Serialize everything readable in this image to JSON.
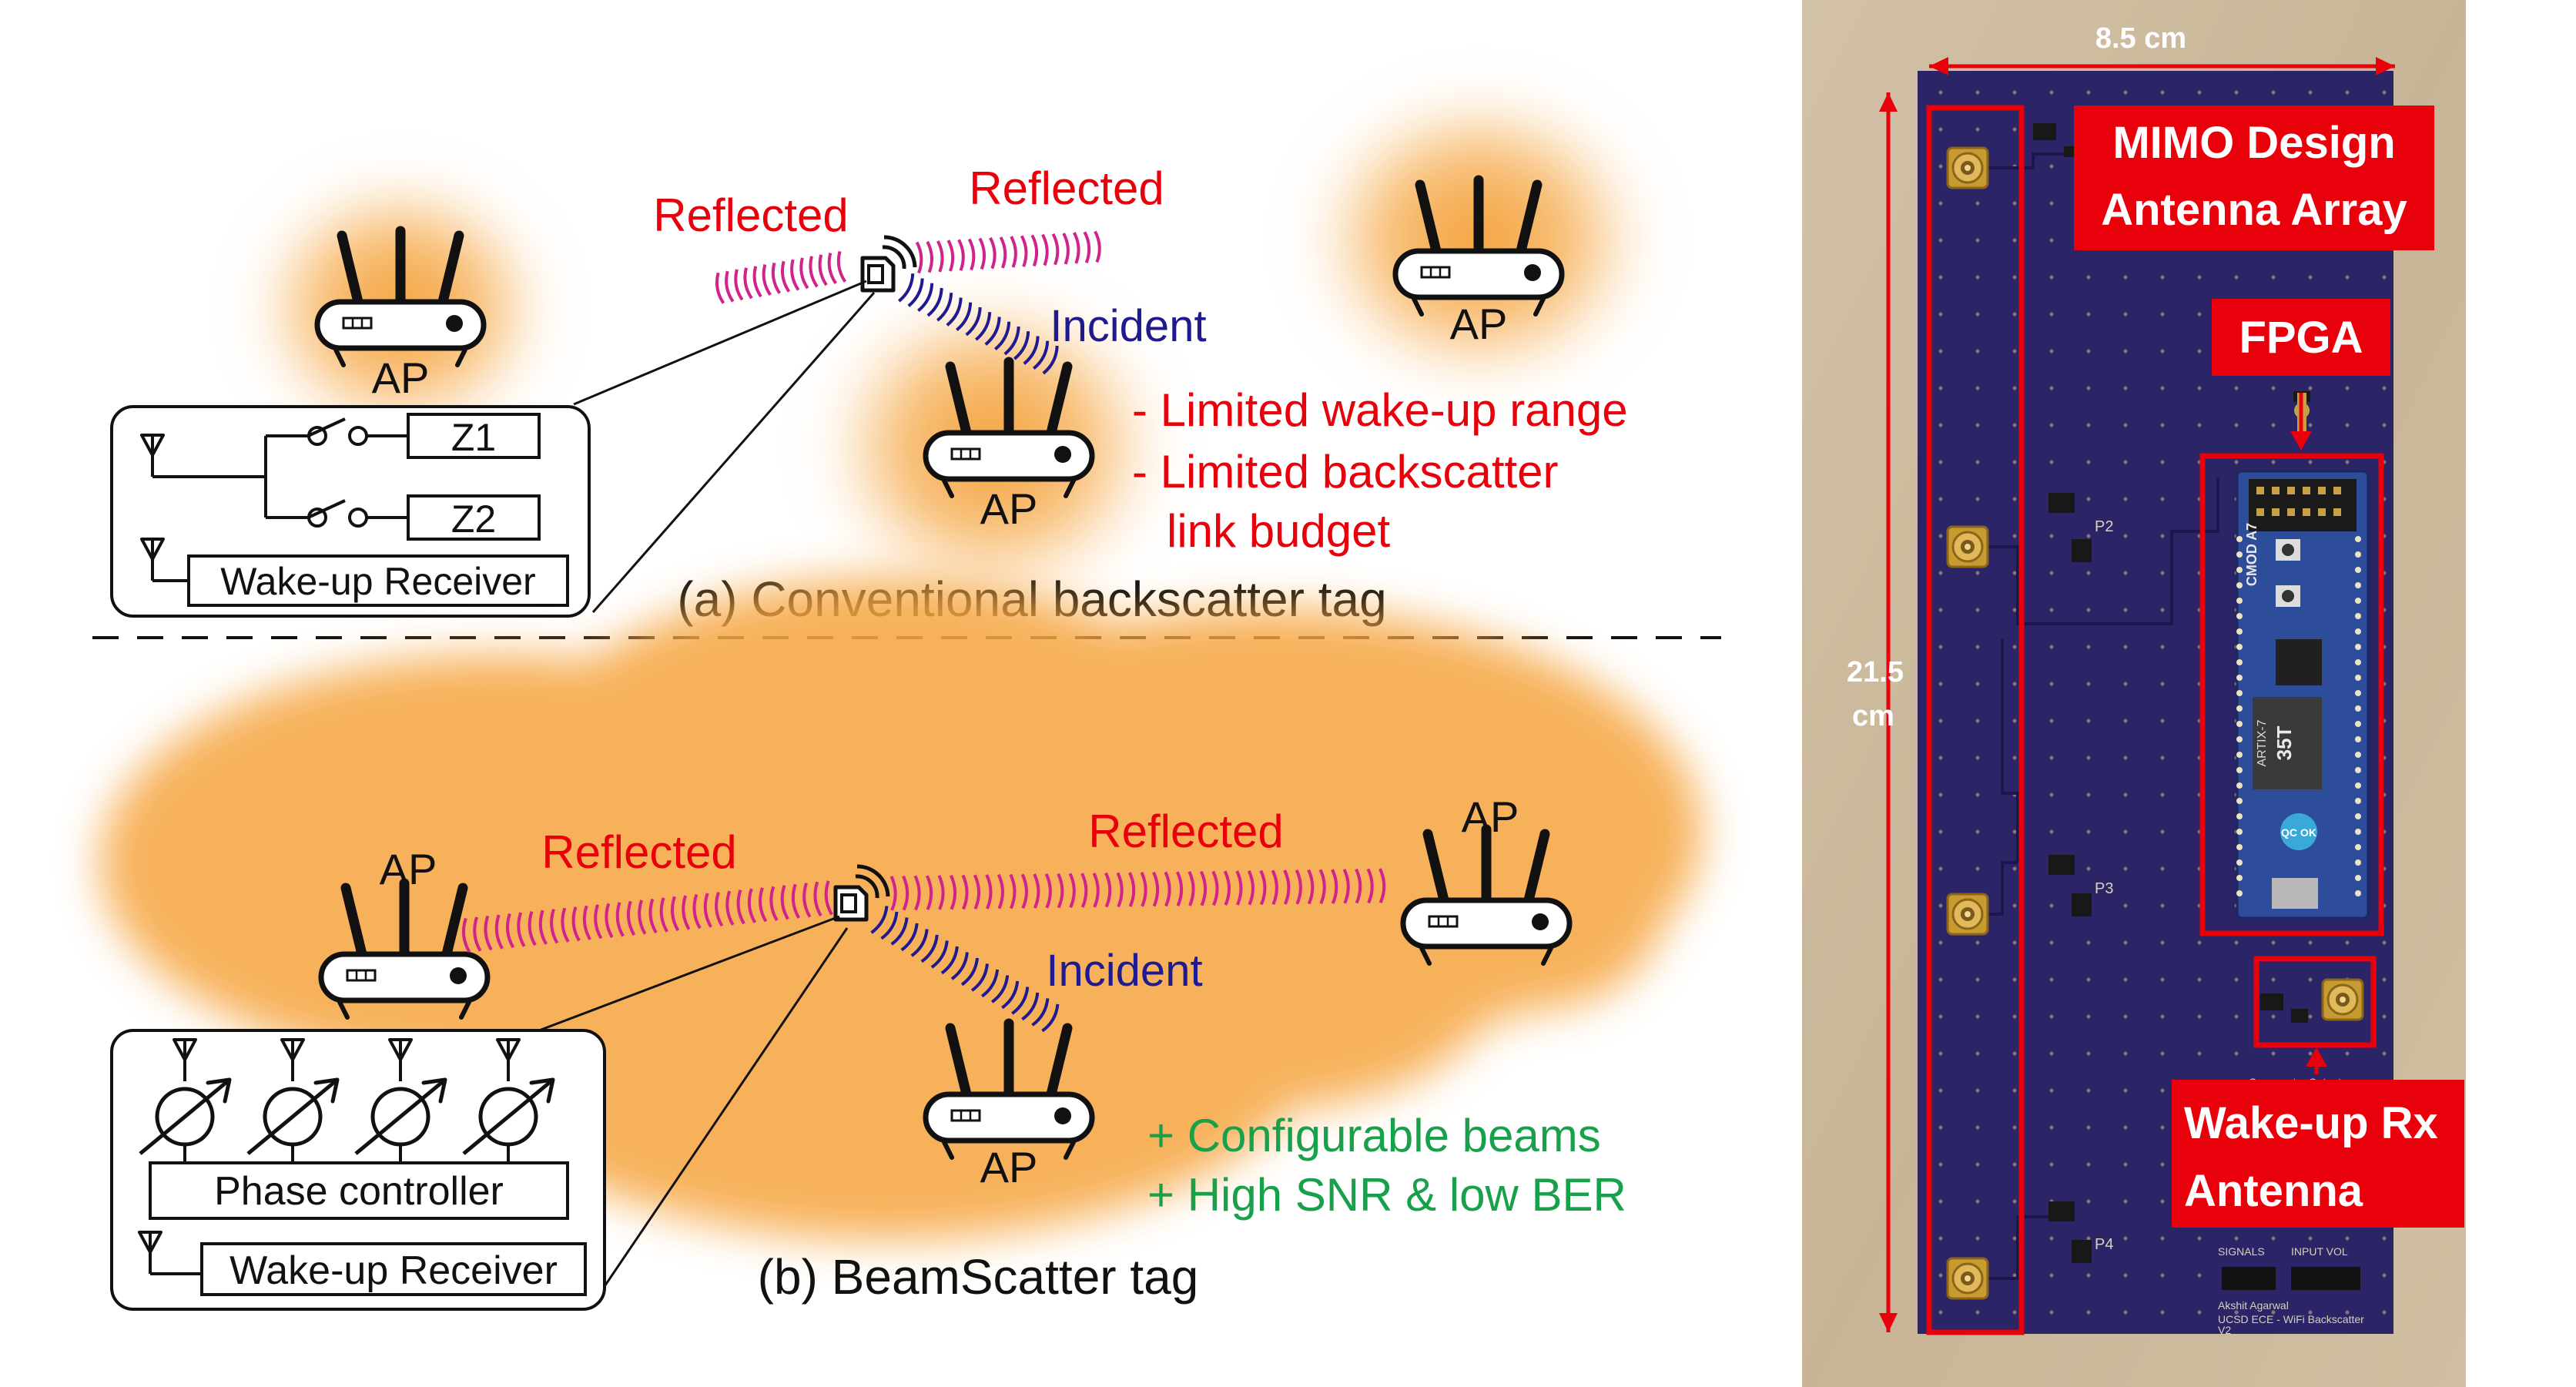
{
  "top": {
    "ap_left": "AP",
    "ap_center": "AP",
    "ap_right": "AP",
    "reflected_left": "Reflected",
    "reflected_right": "Reflected",
    "incident": "Incident",
    "limitation_1": "- Limited wake-up range",
    "limitation_2": "- Limited backscatter",
    "limitation_2b": "link budget",
    "tag_z1": "Z1",
    "tag_z2": "Z2",
    "tag_wakeup": "Wake-up Receiver",
    "caption": "(a) Conventional backscatter tag"
  },
  "bottom": {
    "ap_left": "AP",
    "ap_right": "AP",
    "ap_center": "AP",
    "reflected_left": "Reflected",
    "reflected_right": "Reflected",
    "incident": "Incident",
    "benefit_1": "+ Configurable beams",
    "benefit_2": "+ High SNR & low BER",
    "phase_controller": "Phase controller",
    "tag_wakeup": "Wake-up Receiver",
    "caption": "(b) BeamScatter tag"
  },
  "photo": {
    "width_label": "8.5 cm",
    "height_label_1": "21.5",
    "height_label_2": "cm",
    "label_mimo_1": "MIMO Design",
    "label_mimo_2": "Antenna Array",
    "label_fpga": "FPGA",
    "label_wakeup_1": "Wake-up Rx",
    "label_wakeup_2": "Antenna",
    "board_text_1": "Akshit Agarwal",
    "board_text_2": "UCSD ECE - WiFi Backscatter",
    "board_text_3": "V2",
    "board_text_p2": "P2",
    "board_text_p3": "P3",
    "board_text_p4": "P4",
    "board_text_comp": "Comparator Output",
    "board_text_signals": "SIGNALS",
    "board_text_input": "INPUT VOL",
    "fpga_text_1": "ARTIX-7",
    "fpga_text_2": "35T",
    "fpga_text_3": "CMOD A7",
    "fpga_text_4": "QC OK"
  },
  "colors": {
    "red_label": "#e8000b",
    "navy": "#1f1a8f",
    "green": "#18a04a",
    "magenta": "#d0238c",
    "glow": "#f7a540",
    "pcb": "#2c2466",
    "photo_bg": "#cfbfa5"
  }
}
